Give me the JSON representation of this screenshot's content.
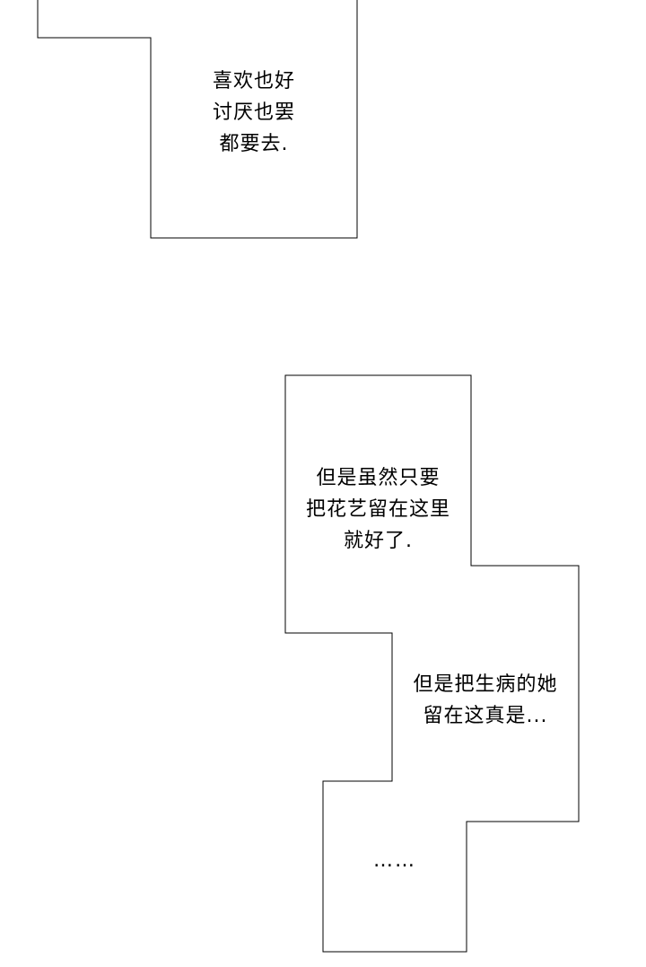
{
  "page": {
    "background_color": "#ffffff",
    "line_color": "#000000",
    "text_color": "#000000"
  },
  "bubbles": [
    {
      "name": "bubble-top",
      "lines": [
        "喜欢也好",
        "讨厌也罢",
        "都要去."
      ]
    },
    {
      "name": "bubble-middle",
      "lines": [
        "但是虽然只要",
        "把花艺留在这里",
        "就好了."
      ]
    },
    {
      "name": "bubble-right",
      "lines": [
        "但是把生病的她",
        "留在这真是..."
      ]
    },
    {
      "name": "bubble-bottom",
      "lines": [
        "……"
      ]
    }
  ]
}
